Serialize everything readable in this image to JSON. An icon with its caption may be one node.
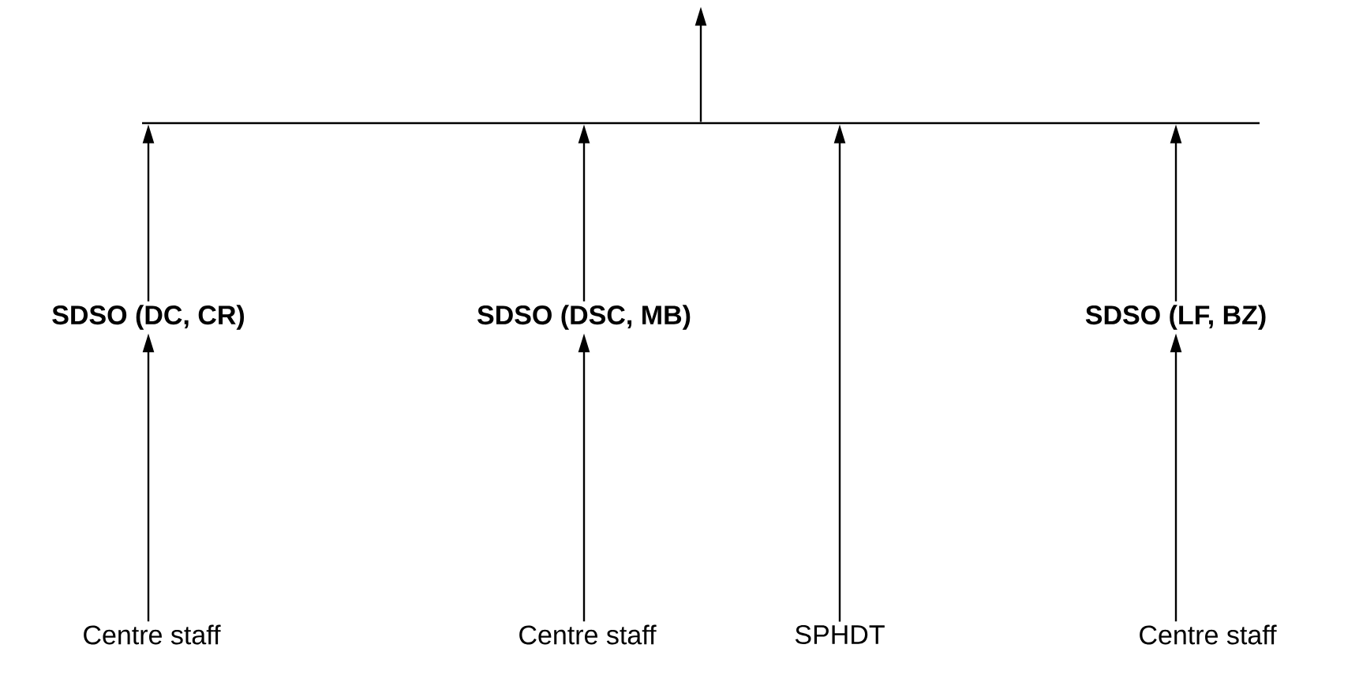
{
  "diagram": {
    "nodes": [
      {
        "text": [],
        "shape": "bar"
      },
      {
        "text": [
          "SDSO (DC, CR)"
        ]
      },
      {
        "text": [
          "SDSO (DSC, MB)"
        ]
      },
      {
        "text": [
          "SDSO (LF, BZ)"
        ]
      },
      {
        "text": [
          "Centre staff"
        ]
      },
      {
        "text": [
          "Centre staff"
        ]
      },
      {
        "text": [
          "SPHDT"
        ]
      },
      {
        "text": [
          "Centre staff"
        ]
      }
    ],
    "edges": [
      {
        "from": 1,
        "to": 0,
        "arrow": "to"
      },
      {
        "from": 2,
        "to": 0,
        "arrow": "to"
      },
      {
        "from": 6,
        "to": 0,
        "arrow": "to"
      },
      {
        "from": 3,
        "to": 0,
        "arrow": "to"
      },
      {
        "from": 0,
        "to": null,
        "arrow": "to"
      },
      {
        "from": 4,
        "to": 1,
        "arrow": "to"
      },
      {
        "from": 5,
        "to": 2,
        "arrow": "to"
      },
      {
        "from": 7,
        "to": 3,
        "arrow": "to"
      }
    ]
  }
}
